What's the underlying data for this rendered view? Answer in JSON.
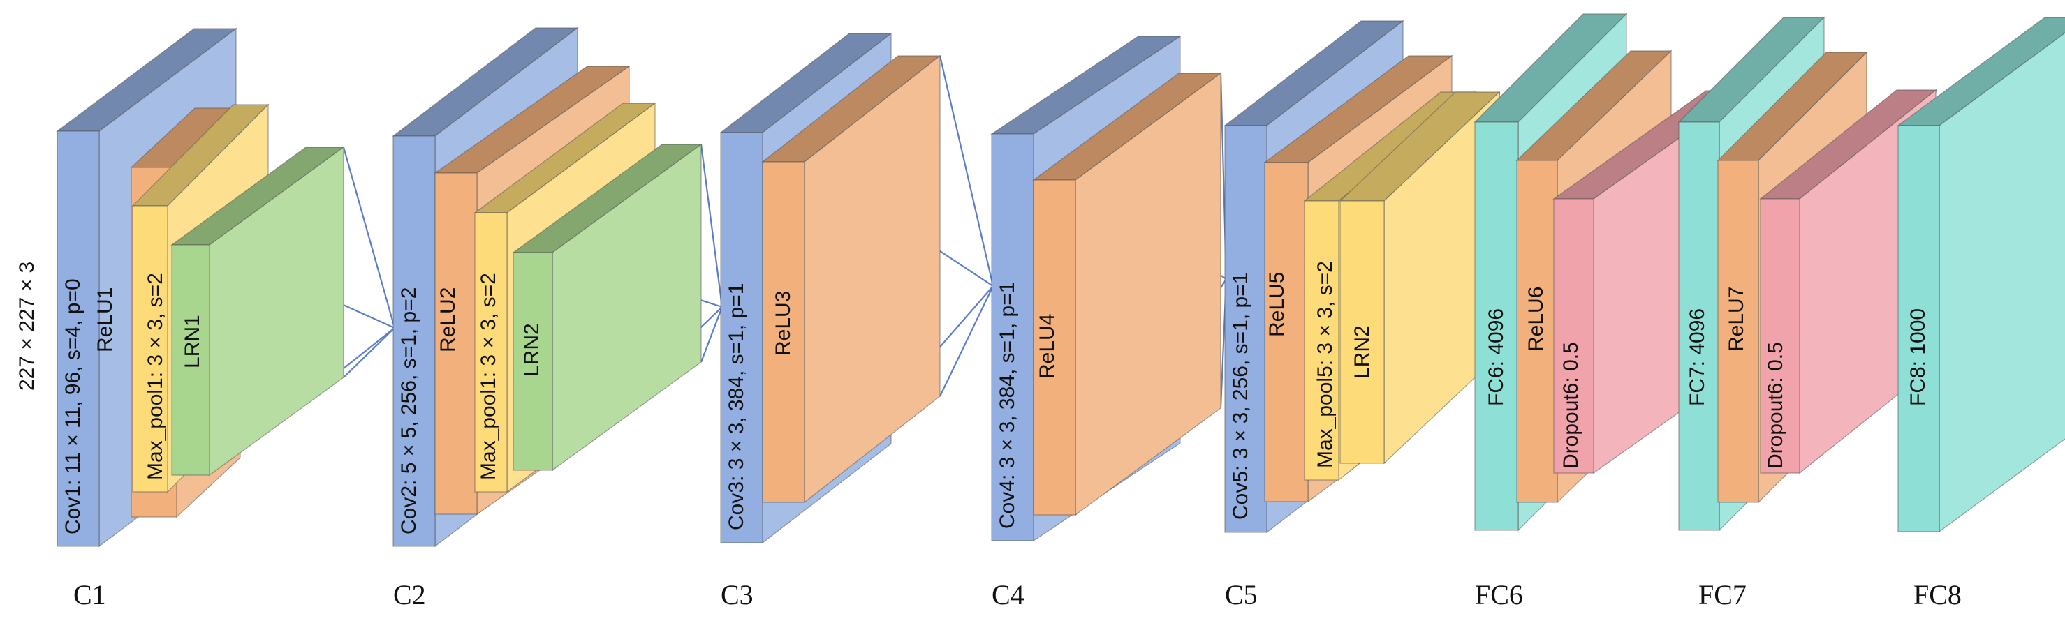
{
  "input_label": "227 × 227 × 3",
  "stages": [
    {
      "id": "C1",
      "label": "C1"
    },
    {
      "id": "C2",
      "label": "C2"
    },
    {
      "id": "C3",
      "label": "C3"
    },
    {
      "id": "C4",
      "label": "C4"
    },
    {
      "id": "C5",
      "label": "C5"
    },
    {
      "id": "FC6",
      "label": "FC6"
    },
    {
      "id": "FC7",
      "label": "FC7"
    },
    {
      "id": "FC8",
      "label": "FC8"
    }
  ],
  "layers": [
    {
      "id": "cov1",
      "text": "Cov1: 11 × 11, 96, s=4, p=0",
      "color": "#93aee0"
    },
    {
      "id": "relu1",
      "text": "ReLU1",
      "color": "#f2b07c"
    },
    {
      "id": "pool1",
      "text": "Max_pool1: 3 × 3, s=2",
      "color": "#fcdb78"
    },
    {
      "id": "lrn1",
      "text": "LRN1",
      "color": "#a9d68f"
    },
    {
      "id": "cov2",
      "text": "Cov2: 5 × 5, 256, s=1, p=2",
      "color": "#93aee0"
    },
    {
      "id": "relu2",
      "text": "ReLU2",
      "color": "#f2b07c"
    },
    {
      "id": "pool2",
      "text": "Max_pool1: 3 × 3, s=2",
      "color": "#fcdb78"
    },
    {
      "id": "lrn2",
      "text": "LRN2",
      "color": "#a9d68f"
    },
    {
      "id": "cov3",
      "text": "Cov3: 3 × 3, 384, s=1, p=1",
      "color": "#93aee0"
    },
    {
      "id": "relu3",
      "text": "ReLU3",
      "color": "#f2b07c"
    },
    {
      "id": "cov4",
      "text": "Cov4: 3 × 3, 384, s=1, p=1",
      "color": "#93aee0"
    },
    {
      "id": "relu4",
      "text": "ReLU4",
      "color": "#f2b07c"
    },
    {
      "id": "cov5",
      "text": "Cov5: 3 × 3, 256, s=1, p=1",
      "color": "#93aee0"
    },
    {
      "id": "relu5",
      "text": "ReLU5",
      "color": "#f2b07c"
    },
    {
      "id": "pool5",
      "text": "Max_pool5: 3 × 3, s=2",
      "color": "#fcdb78"
    },
    {
      "id": "lrn2b",
      "text": "LRN2",
      "color": "#fcdb78"
    },
    {
      "id": "fc6",
      "text": "FC6: 4096",
      "color": "#8ee0d6"
    },
    {
      "id": "relu6",
      "text": "ReLU6",
      "color": "#f2b07c"
    },
    {
      "id": "drop6",
      "text": "Dropout6: 0.5",
      "color": "#f1a3ac"
    },
    {
      "id": "fc7",
      "text": "FC7: 4096",
      "color": "#8ee0d6"
    },
    {
      "id": "relu7",
      "text": "ReLU7",
      "color": "#f2b07c"
    },
    {
      "id": "drop7",
      "text": "Dropout6: 0.5",
      "color": "#f1a3ac"
    },
    {
      "id": "fc8",
      "text": "FC8: 1000",
      "color": "#8ee0d6"
    }
  ]
}
